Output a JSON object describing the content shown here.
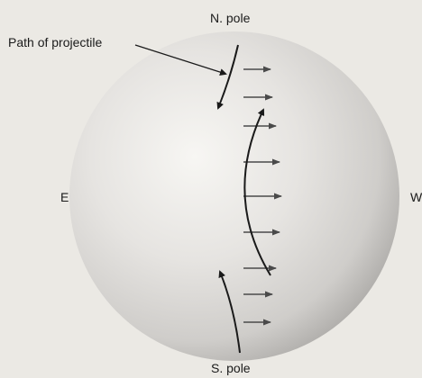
{
  "labels": {
    "north_pole": "N. pole",
    "south_pole": "S. pole",
    "east": "E",
    "west": "W",
    "path": "Path of projectile"
  },
  "colors": {
    "background": "#ebe9e4",
    "sphere_highlight": "#f7f6f3",
    "sphere_mid": "#cfcdca",
    "sphere_edge": "#a9a7a4",
    "ink": "#1a1a1a",
    "velocity_arrow": "#4a4a4a"
  }
}
